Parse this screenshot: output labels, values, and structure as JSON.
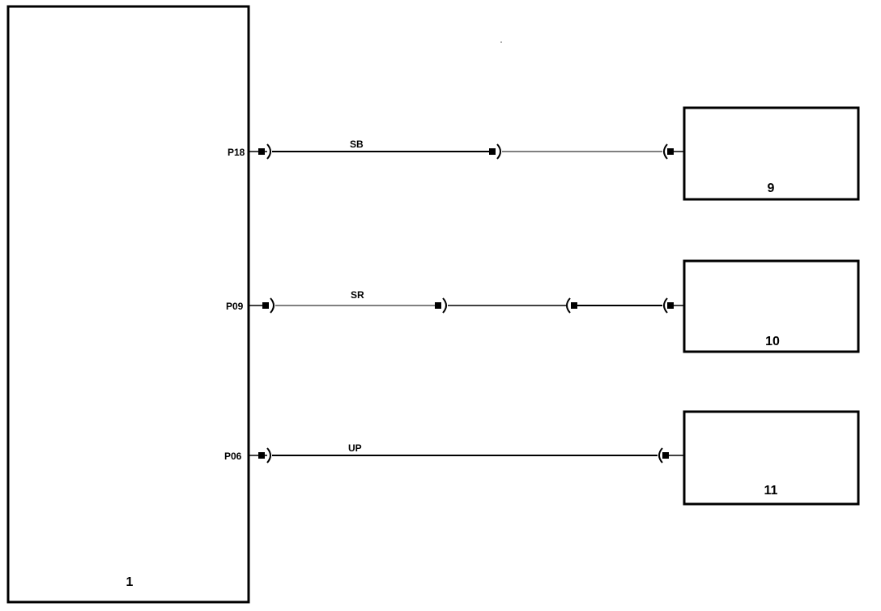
{
  "main_unit": {
    "label": "1"
  },
  "devices": [
    {
      "label": "9"
    },
    {
      "label": "10"
    },
    {
      "label": "11"
    }
  ],
  "circuits": [
    {
      "pin": "P18",
      "wire": "SB"
    },
    {
      "pin": "P09",
      "wire": "SR"
    },
    {
      "pin": "P06",
      "wire": "UP"
    }
  ]
}
